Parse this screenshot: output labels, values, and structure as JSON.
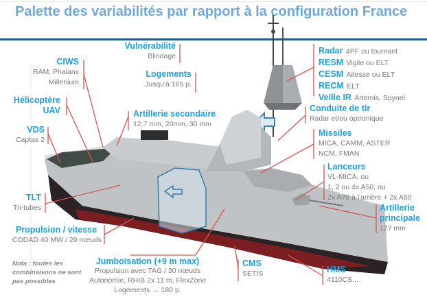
{
  "title": "Palette des variabilités par rapport à la configuration France",
  "colors": {
    "heading": "#1ea0dc",
    "text": "#7a7a7a",
    "leader": "#d9534f",
    "title": "#6fa8dc",
    "rule": "#1f5c8a"
  },
  "labels": {
    "vulnerabilite": {
      "heading": "Vulnérabilité",
      "lines": [
        "Blindage"
      ]
    },
    "logements": {
      "heading": "Logements",
      "lines": [
        "Jusqu'à 165 p."
      ]
    },
    "ciws": {
      "heading": "CIWS",
      "lines": [
        "RAM, Phalanx",
        "Millenium"
      ]
    },
    "helicoptere": {
      "heading": "Hélicoptère",
      "heading2": "UAV"
    },
    "artillerie_secondaire": {
      "heading": "Artillerie secondaire",
      "lines": [
        "12,7 mm, 20mm, 30 mm"
      ]
    },
    "vds": {
      "heading": "VDS",
      "lines": [
        "Captas 2"
      ]
    },
    "tlt": {
      "heading": "TLT",
      "lines": [
        "Tri-tubes"
      ]
    },
    "propulsion": {
      "heading": "Propulsion / vitesse",
      "lines": [
        "CODAD 40 MW / 29 nœuds"
      ]
    },
    "jumboisation": {
      "heading": "Jumboïsation (+9 m max)",
      "lines": [
        "Propulsion avec TAG / 30 nœuds",
        "Autonomie, RHIB 2x 11 m, FlexZone",
        "Logements → 180 p."
      ]
    },
    "cms": {
      "heading": "CMS",
      "lines": [
        "SETIS"
      ]
    },
    "hms": {
      "heading": "HMS",
      "lines": [
        "4110CS..."
      ]
    },
    "sensors": [
      {
        "heading": "Radar",
        "text": "4PF ou tournant"
      },
      {
        "heading": "RESM",
        "text": "Vigile ou ELT"
      },
      {
        "heading": "CESM",
        "text": "Altesse ou ELT"
      },
      {
        "heading": "RECM",
        "text": "ELT"
      },
      {
        "heading": "Veille IR",
        "text": "Artemis, Spynel"
      }
    ],
    "conduite": {
      "heading": "Conduite de tir",
      "lines": [
        "Radar et/ou optronique"
      ]
    },
    "missiles": {
      "heading": "Missiles",
      "lines": [
        "MICA, CAMM, ASTER",
        "NCM, FMAN"
      ]
    },
    "lanceurs": {
      "heading": "Lanceurs",
      "lines": [
        "VL-MICA, ou",
        "1, 2 ou 4x A50, ou",
        "2x A70 à l'arrière + 2x A50"
      ]
    },
    "artillerie_principale": {
      "heading": "Artillerie",
      "heading2": "principale",
      "lines": [
        "127 mm"
      ]
    }
  },
  "nota": [
    "Nota : toutes les",
    "combinaisons ne sont",
    "pas possibles"
  ]
}
